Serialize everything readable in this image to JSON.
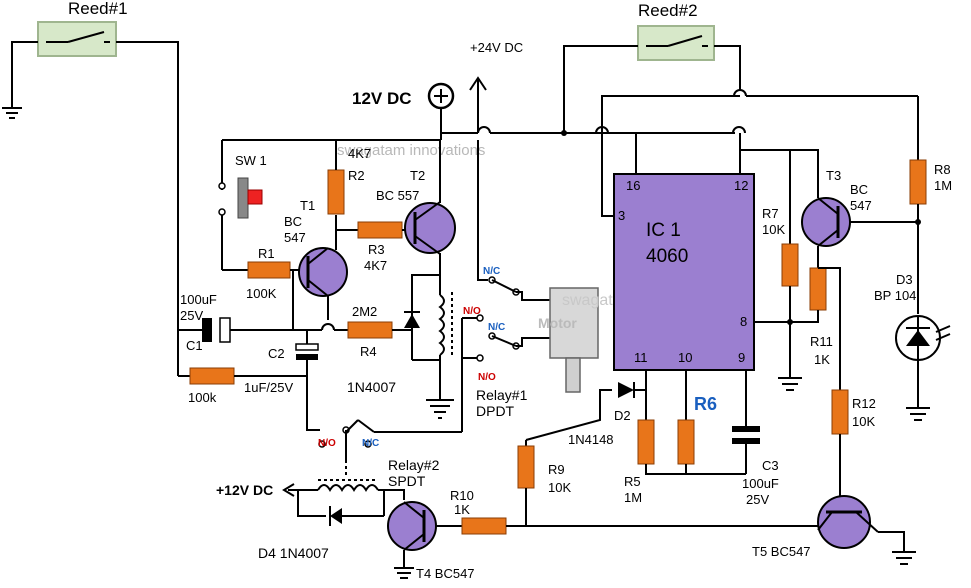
{
  "labels": {
    "reed1": "Reed#1",
    "reed2": "Reed#2",
    "v24": "+24V DC",
    "v12": "12V DC",
    "plus12": "+12V DC",
    "sw1": "SW 1",
    "r1_name": "R1",
    "r1_val": "100K",
    "r2_name": "R2",
    "r2_val": "4K7",
    "r3_name": "R3",
    "r3_val": "4K7",
    "r4_name": "R4",
    "r4_val": "2M2",
    "t1_name": "T1",
    "t1_val1": "BC",
    "t1_val2": "547",
    "t2_name": "T2",
    "t2_val": "BC 557",
    "c1_name": "C1",
    "c1_val1": "100uF",
    "c1_val2": "25V",
    "c2_name": "C2",
    "c2_val": "1uF/25V",
    "r_100k": "100k",
    "d_1n4007": "1N4007",
    "motor": "Motor",
    "relay1_name": "Relay#1",
    "relay1_type": "DPDT",
    "nc": "N/C",
    "no": "N/O",
    "relay2_name": "Relay#2",
    "relay2_type": "SPDT",
    "d4": "D4  1N4007",
    "t4": "T4 BC547",
    "r10_name": "R10",
    "r10_val": "1K",
    "r9_name": "R9",
    "r9_val": "10K",
    "d2_name": "D2",
    "d2_val": "1N4148",
    "ic_name": "IC 1",
    "ic_val": "4060",
    "pin16": "16",
    "pin12": "12",
    "pin3": "3",
    "pin8": "8",
    "pin11": "11",
    "pin10": "10",
    "pin9": "9",
    "r5_name": "R5",
    "r5_val": "1M",
    "r6_name": "R6",
    "c3_name": "C3",
    "c3_val1": "100uF",
    "c3_val2": "25V",
    "r7_name": "R7",
    "r7_val": "10K",
    "t3_name": "T3",
    "t3_val1": "BC",
    "t3_val2": "547",
    "r8_name": "R8",
    "r8_val": "1M",
    "d3_name": "D3",
    "d3_val": "BP 104",
    "r11_name": "R11",
    "r11_val": "1K",
    "r12_name": "R12",
    "r12_val": "10K",
    "t5": "T5 BC547",
    "watermark": "swagatam innovations"
  }
}
